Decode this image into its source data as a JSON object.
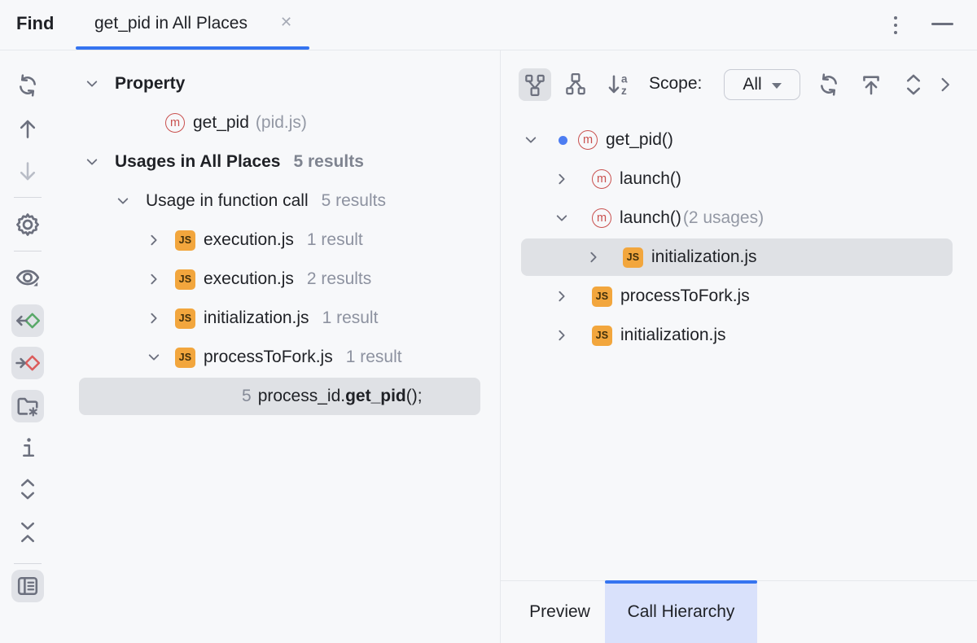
{
  "header": {
    "title": "Find",
    "tab": {
      "label": "get_pid in All Places"
    },
    "icons": {
      "close": "✕",
      "kebab": "kebab-menu-icon",
      "minimize": "minimize-icon"
    }
  },
  "sidebar": {
    "icons": [
      {
        "name": "rerun-search-icon"
      },
      {
        "name": "previous-occurrence-icon"
      },
      {
        "name": "next-occurrence-icon"
      },
      {
        "name": "settings-icon"
      },
      {
        "name": "preview-usages-icon"
      },
      {
        "name": "read-access-icon"
      },
      {
        "name": "write-access-icon"
      },
      {
        "name": "group-by-file-structure-icon"
      },
      {
        "name": "usage-info-icon"
      },
      {
        "name": "expand-all-icon"
      },
      {
        "name": "collapse-all-icon"
      },
      {
        "name": "show-preview-panel-icon"
      }
    ]
  },
  "left_tree": {
    "rows": [
      {
        "label": "Property"
      },
      {
        "label": "get_pid",
        "suffix": "(pid.js)"
      },
      {
        "label": "Usages in All Places",
        "count": "5 results"
      },
      {
        "label": "Usage in function call",
        "count": "5 results"
      },
      {
        "label": "execution.js",
        "count": "1 result"
      },
      {
        "label": "execution.js",
        "count": "2 results"
      },
      {
        "label": "initialization.js",
        "count": "1 result"
      },
      {
        "label": "processToFork.js",
        "count": "1 result"
      },
      {
        "line_number": "5",
        "code_pre": "process_id.",
        "code_emphasis": "get_pid",
        "code_post": "();"
      }
    ]
  },
  "right_panel": {
    "toolbar": {
      "scope_label": "Scope:",
      "scope_value": "All"
    },
    "tree": {
      "rows": [
        {
          "label": "get_pid()"
        },
        {
          "label": "launch()"
        },
        {
          "label": "launch()",
          "suffix": "(2 usages)"
        },
        {
          "label": "initialization.js"
        },
        {
          "label": "processToFork.js"
        },
        {
          "label": "initialization.js"
        }
      ]
    },
    "tabs": [
      {
        "label": "Preview"
      },
      {
        "label": "Call Hierarchy"
      }
    ]
  },
  "badges": {
    "js": "JS",
    "method": "m"
  },
  "colors": {
    "accent": "#3574F0",
    "selection": "#DFE1E5",
    "js_icon_bg": "#F2A63D",
    "method_icon": "#C9504E",
    "active_tab_bg": "#D9E1FB",
    "background": "#F7F8FA"
  }
}
